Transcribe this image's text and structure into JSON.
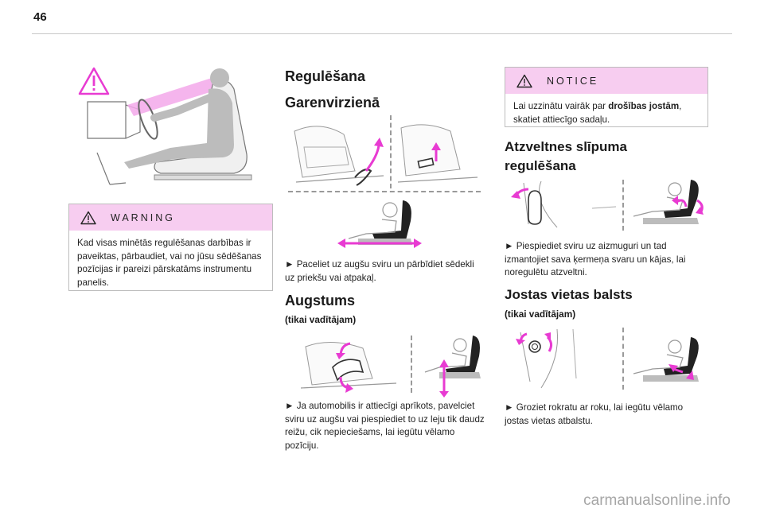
{
  "page": {
    "number": "46",
    "watermark": "carmanualsonline.info"
  },
  "warning": {
    "label": "WARNING",
    "text": "Kad visas minētās regulēšanas darbības ir paveiktas, pārbaudiet, vai no jūsu sēdēšanas pozīcijas ir pareizi pārskatāms instrumentu panelis."
  },
  "col2": {
    "heading": "Regulēšana",
    "longitudinal": {
      "heading": "Garenvirzienā",
      "instruction": "► Paceliet uz augšu sviru un pārbīdiet sēdekli uz priekšu vai atpakaļ."
    },
    "height": {
      "heading": "Augstums",
      "subheading": "(tikai vadītājam)",
      "instruction": "► Ja automobilis ir attiecīgi aprīkots, pavelciet sviru uz augšu vai piespiediet to uz leju tik daudz reižu, cik nepieciešams, lai iegūtu vēlamo pozīciju."
    }
  },
  "col3": {
    "notice": {
      "label": "NOTICE",
      "text_before": "Lai uzzinātu vairāk par ",
      "text_bold": "drošības jostām",
      "text_after": ", skatiet attiecīgo sadaļu."
    },
    "backrest": {
      "heading_line1": "Atzveltnes slīpuma",
      "heading_line2": "regulēšana",
      "instruction": "► Piespiediet sviru uz aizmuguri un tad izmantojiet sava ķermeņa svaru un kājas, lai noregulētu atzveltni."
    },
    "lumbar": {
      "heading": "Jostas vietas balsts",
      "subheading": "(tikai vadītājam)",
      "instruction": "► Groziet rokratu ar roku, lai iegūtu vēlamo jostas vietas atbalstu."
    }
  },
  "colors": {
    "accent_pink": "#e83bd2",
    "notice_bg": "#f7cdf0",
    "line_gray": "#9a9a9a"
  }
}
